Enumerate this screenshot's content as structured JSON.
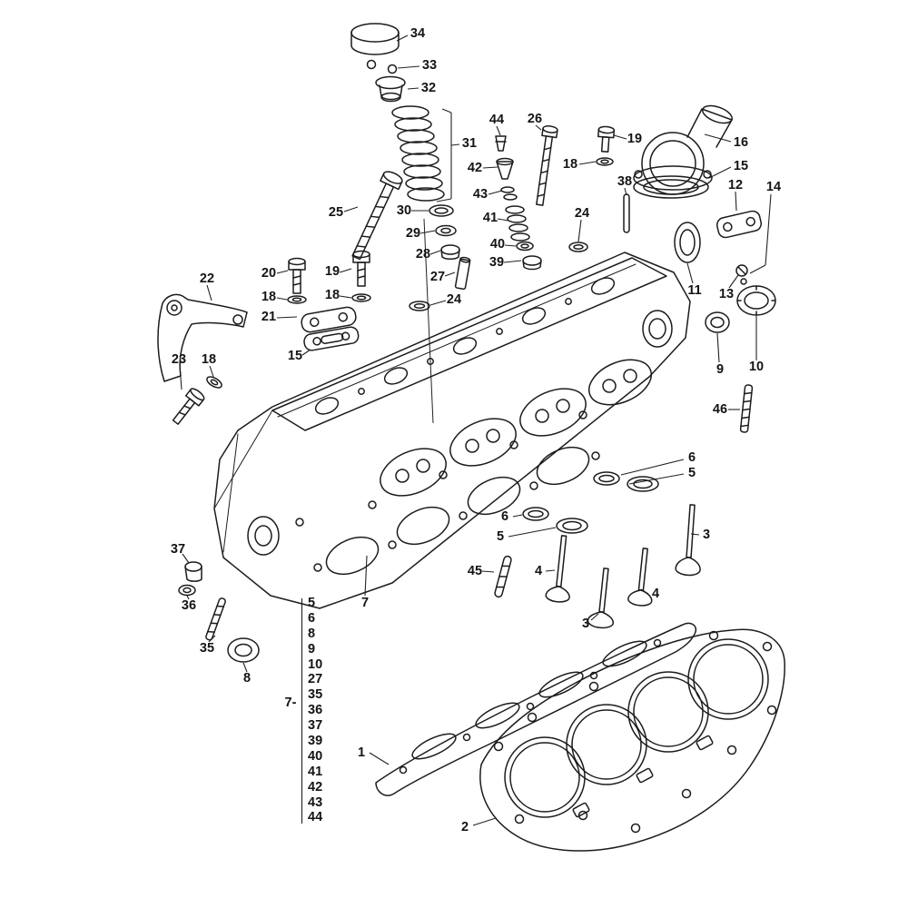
{
  "figure": {
    "background_color": "#ffffff",
    "line_color": "#1c1c1c",
    "description": "Exploded-view parts diagram of a cylinder head assembly with numbered callouts and head gaskets"
  },
  "callouts": [
    {
      "text": "34"
    },
    {
      "text": "33"
    },
    {
      "text": "32"
    },
    {
      "text": "31"
    },
    {
      "text": "44"
    },
    {
      "text": "26"
    },
    {
      "text": "19"
    },
    {
      "text": "16"
    },
    {
      "text": "18"
    },
    {
      "text": "15"
    },
    {
      "text": "42"
    },
    {
      "text": "38"
    },
    {
      "text": "12"
    },
    {
      "text": "14"
    },
    {
      "text": "43"
    },
    {
      "text": "25"
    },
    {
      "text": "30"
    },
    {
      "text": "41"
    },
    {
      "text": "24"
    },
    {
      "text": "29"
    },
    {
      "text": "28"
    },
    {
      "text": "40"
    },
    {
      "text": "39"
    },
    {
      "text": "27"
    },
    {
      "text": "20"
    },
    {
      "text": "19"
    },
    {
      "text": "18"
    },
    {
      "text": "18"
    },
    {
      "text": "24"
    },
    {
      "text": "21"
    },
    {
      "text": "22"
    },
    {
      "text": "11"
    },
    {
      "text": "13"
    },
    {
      "text": "15"
    },
    {
      "text": "9"
    },
    {
      "text": "10"
    },
    {
      "text": "23"
    },
    {
      "text": "18"
    },
    {
      "text": "46"
    },
    {
      "text": "6"
    },
    {
      "text": "5"
    },
    {
      "text": "6"
    },
    {
      "text": "5"
    },
    {
      "text": "3"
    },
    {
      "text": "37"
    },
    {
      "text": "45"
    },
    {
      "text": "4"
    },
    {
      "text": "4"
    },
    {
      "text": "36"
    },
    {
      "text": "3"
    },
    {
      "text": "7"
    },
    {
      "text": "35"
    },
    {
      "text": "8"
    },
    {
      "text": "1"
    },
    {
      "text": "2"
    }
  ],
  "part_list": {
    "bracket_label": "7-",
    "items": [
      "5",
      "6",
      "8",
      "9",
      "10",
      "27",
      "35",
      "36",
      "37",
      "39",
      "40",
      "41",
      "42",
      "43",
      "44"
    ]
  }
}
